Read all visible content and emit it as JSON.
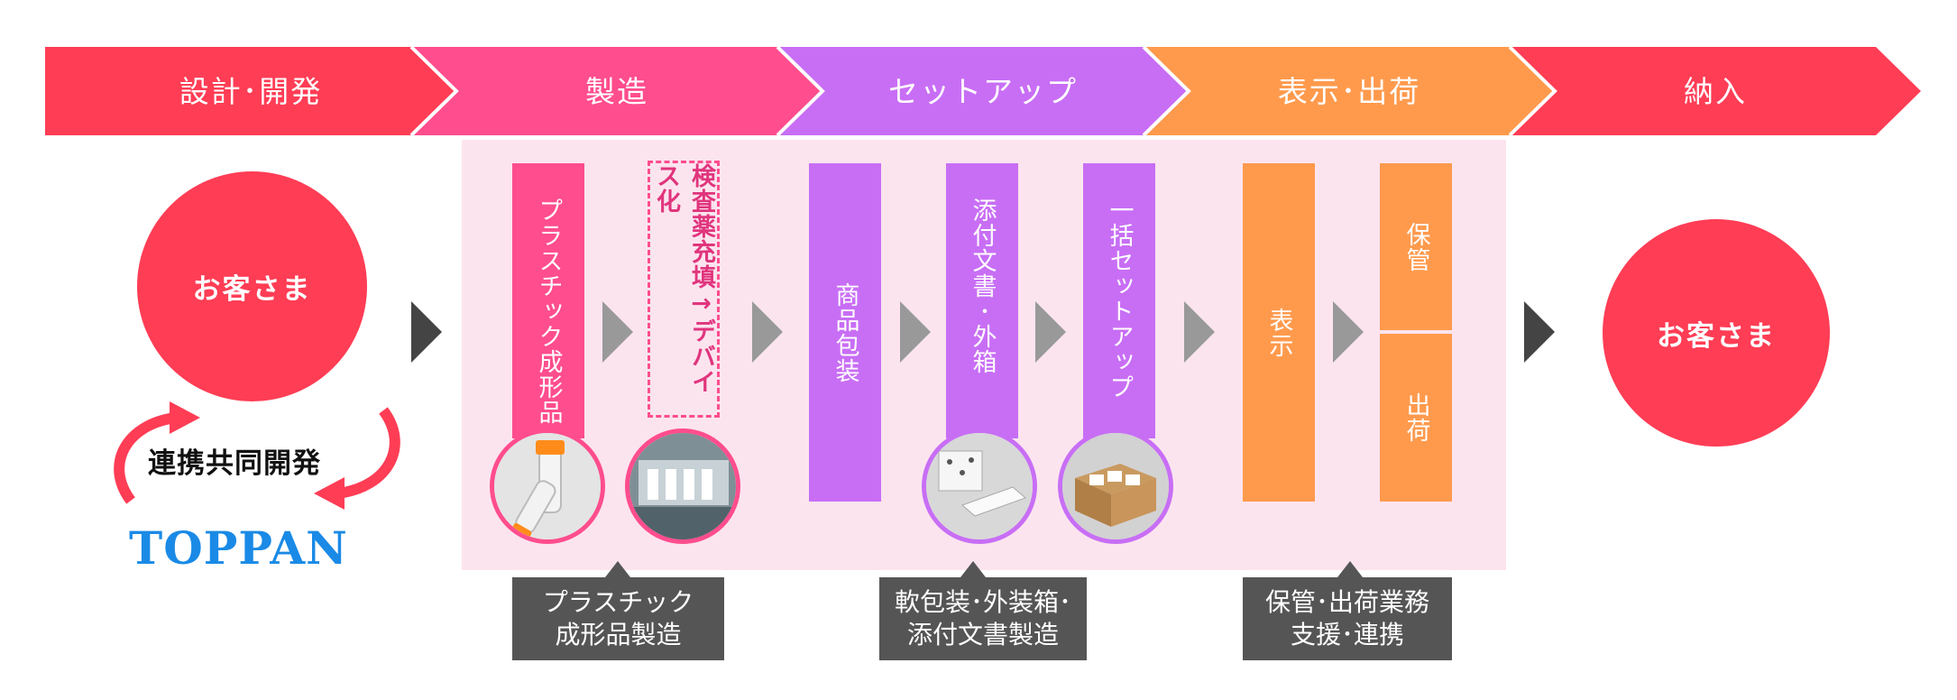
{
  "stages": [
    "設計･開発",
    "製造",
    "セットアップ",
    "表示･出荷",
    "納入"
  ],
  "colors": {
    "stage1": "#ff3d55",
    "stage2": "#ff4d8d",
    "stage3": "#c86ef5",
    "stage4": "#ff9a4d",
    "stage5": "#ff3d55",
    "panel": "#fce4ef",
    "callout": "#555555",
    "logo": "#1a8ae6"
  },
  "customer_label": "お客さま",
  "partner_label": "連携共同開発",
  "logo_text": "TOPPAN",
  "process": {
    "plastic": "プラスチック成形品",
    "reagent": "検査薬充填→デバイス化",
    "packaging": "商品包装",
    "documents": "添付文書･外箱",
    "bulk_setup": "一括セットアップ",
    "display": "表示",
    "storage": "保管",
    "shipping": "出荷"
  },
  "callouts": {
    "manufacturing": "プラスチック\n成形品製造",
    "setup": "軟包装･外装箱･\n添付文書製造",
    "logistics": "保管･出荷業務\n支援･連携"
  },
  "icons": [
    "arrow-right-icon",
    "circular-arrows-icon",
    "test-tube-photo",
    "filling-machine-photo",
    "package-photo",
    "cardboard-box-photo"
  ]
}
